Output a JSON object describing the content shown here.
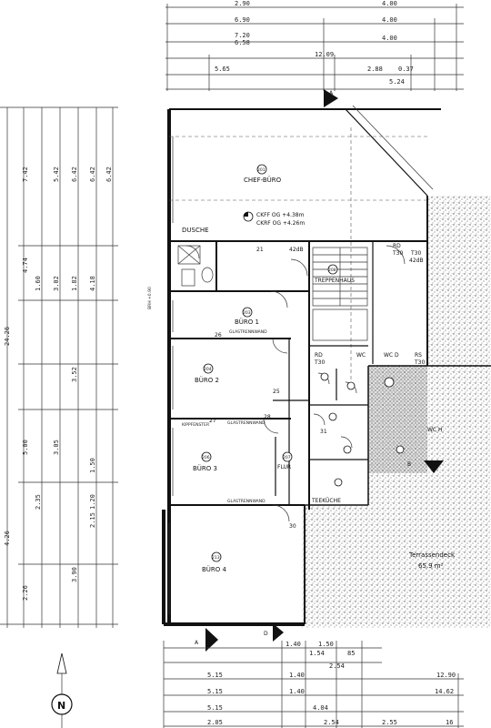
{
  "dimensions": {
    "top": [
      "2.90",
      "4.00",
      "6.90",
      "4.00",
      "7.20",
      "6.58",
      "4.00",
      "12.09",
      "5.65",
      "5.24",
      "2.88",
      "0.37"
    ],
    "left": [
      "24.26",
      "4.26",
      "7.42",
      "5.42",
      "6.42",
      "6.42",
      "6.42",
      "4.74",
      "1.60",
      "3.02",
      "1.82",
      "4.18",
      "5.00",
      "3.05",
      "3.52",
      "2.35",
      "3.90",
      "2.26",
      "2.15",
      "1.50",
      "1.20"
    ],
    "bottom": [
      "1.40",
      "1.50",
      "1.54",
      "85",
      "2.54",
      "5.15",
      "1.40",
      "12.90",
      "5.15",
      "1.40",
      "14.62",
      "5.15",
      "4.04",
      "2.05",
      "2.54",
      "2.55",
      "16"
    ]
  },
  "rooms": {
    "chef": {
      "number": "201",
      "name": "CHEF-BÜRO",
      "ckff1": "CKFF OG +4.38m",
      "ckff2": "CKRF OG +4.26m"
    },
    "dusche": {
      "name": "DUSCHE"
    },
    "treppenhaus": {
      "number": "208",
      "name": "TREPPENHAUS"
    },
    "buero1": {
      "number": "203",
      "name": "BÜRO 1"
    },
    "buero2": {
      "number": "204",
      "name": "BÜRO 2"
    },
    "buero3": {
      "number": "206",
      "name": "BÜRO 3"
    },
    "buero4": {
      "number": "213",
      "name": "BÜRO 4"
    },
    "flur": {
      "number": "207",
      "name": "FLUR"
    },
    "wc": {
      "name": "WC"
    },
    "wc_d": {
      "name": "WC D"
    },
    "wc_h": {
      "name": "WC H"
    },
    "teeküche": {
      "name": "TEEKÜCHE"
    },
    "terrasse": {
      "name": "Terrassendeck",
      "area": "65.9 m²"
    }
  },
  "markers": {
    "section_a": "A",
    "section_b": "B",
    "section_d": "D",
    "north": "N",
    "t30": "T30",
    "rd": "RD",
    "rs": "RS",
    "db42": "42dB",
    "n21": "21",
    "n25": "25",
    "n26": "26",
    "n27": "27",
    "n28": "28",
    "n30": "30",
    "n31": "31"
  },
  "annotations": {
    "glass": "GLASTRENNWAND",
    "kippfenster": "KIPPFENSTER",
    "brh": "BRH +0.90"
  }
}
